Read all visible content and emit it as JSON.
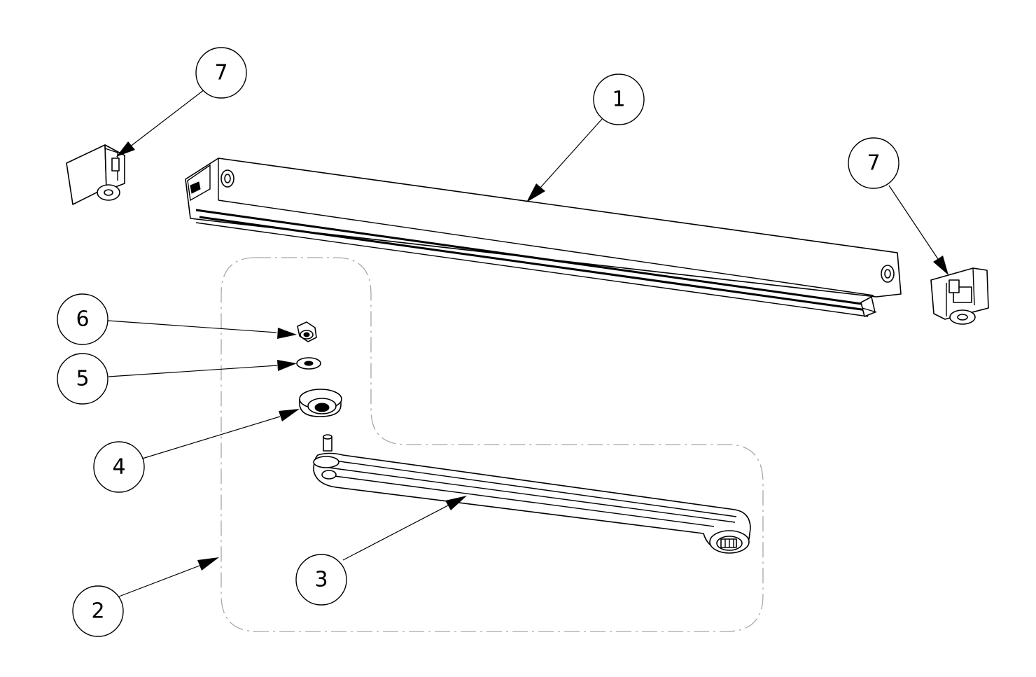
{
  "figure": {
    "colors": {
      "line": "#000000",
      "background": "#ffffff",
      "phantom_outline": "#a8a8a8"
    }
  },
  "parts": [
    {
      "id": "end-cap-left",
      "icon": "end-cap"
    },
    {
      "id": "channel-rail",
      "icon": "rail-channel"
    },
    {
      "id": "end-cap-right",
      "icon": "end-cap"
    },
    {
      "id": "nut",
      "icon": "hex-nut"
    },
    {
      "id": "washer",
      "icon": "washer"
    },
    {
      "id": "roller-bearing",
      "icon": "bearing"
    },
    {
      "id": "arm",
      "icon": "arm"
    },
    {
      "id": "arm-assembly-boundary",
      "icon": "phantom-outline"
    }
  ],
  "balloons": [
    {
      "label": "7",
      "part": "end-cap-left"
    },
    {
      "label": "1",
      "part": "channel-rail"
    },
    {
      "label": "7",
      "part": "end-cap-right"
    },
    {
      "label": "6",
      "part": "nut"
    },
    {
      "label": "5",
      "part": "washer"
    },
    {
      "label": "4",
      "part": "roller-bearing"
    },
    {
      "label": "3",
      "part": "arm"
    },
    {
      "label": "2",
      "part": "arm-assembly-boundary"
    }
  ]
}
